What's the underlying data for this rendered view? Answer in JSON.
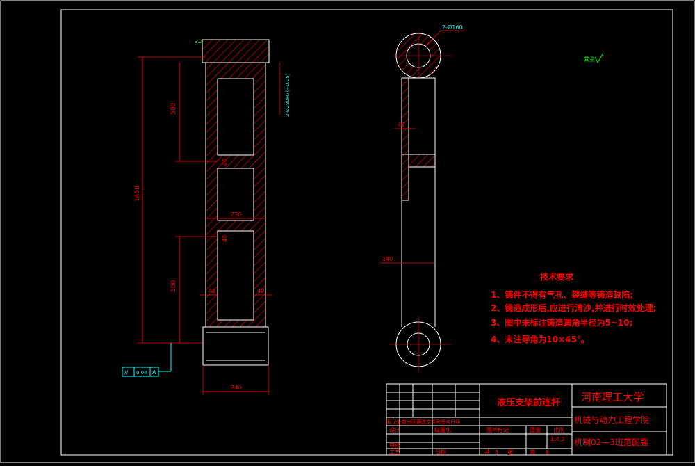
{
  "drawing": {
    "dims": {
      "total_height": "1450",
      "upper_span": "500",
      "lower_span": "500",
      "rib_v1": "40",
      "rib_v2": "40",
      "inner_width": "230",
      "wall_left": "40",
      "wall_right": "40",
      "bottom_width": "240",
      "side_rib": "40",
      "side_thickness": "140",
      "hole_callout": "2-Ø160",
      "thread_callout": "2-Ø280H7(+0.05)",
      "roughness_main": "3.2",
      "roughness_other": "其余"
    },
    "tolerance_frame": {
      "symbol": "//",
      "value": "0.04",
      "datum": "A"
    },
    "tech_requirements": {
      "title": "技术要求",
      "items": [
        "1、铸件不得有气孔、裂缝等铸造缺陷;",
        "2、铸造成形后,应进行清沙,并进行时效处理;",
        "3、图中未标注铸造圆角半径为5~10;",
        "4、未注导角为10×45°。"
      ]
    }
  },
  "title_block": {
    "part_name": "液压支架前连杆",
    "university": "河南理工大学",
    "college": "机械与动力工程学院",
    "class_info": "机制02—3班范国强",
    "scale": "1:4.2",
    "labels": {
      "design": "设计",
      "standardize": "标准化",
      "review": "审核",
      "process": "工艺",
      "date": "日期",
      "mark_count": "标记处数分区更改文件号签名日期",
      "stage_mark": "图样标记",
      "weight": "重量",
      "ratio": "比例",
      "total": "共",
      "sheet": "张",
      "page": "第",
      "sheets_total": "8",
      "sheet_no": "6"
    }
  },
  "colors": {
    "background": "#000000",
    "frame": "#ffffff",
    "outline": "#ffffff",
    "hatch": "#ff0000",
    "dimension": "#ff0000",
    "annotation": "#00ff00",
    "callout": "#00ffff",
    "text_red": "#ff0000"
  }
}
